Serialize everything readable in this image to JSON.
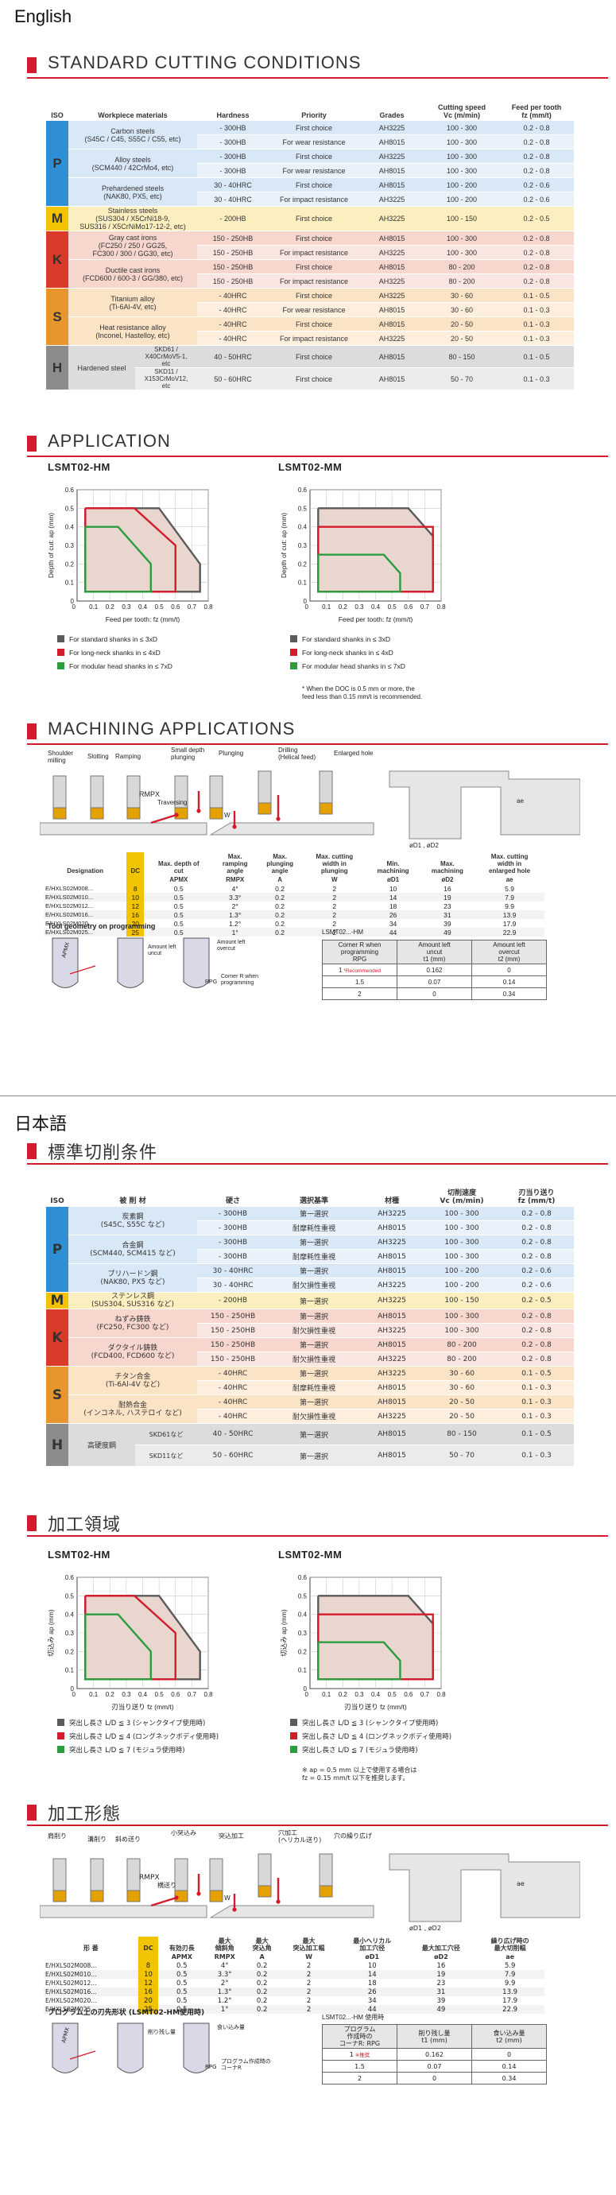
{
  "lang_en": "English",
  "lang_jp": "日本語",
  "en": {
    "sec_cond": "STANDARD CUTTING CONDITIONS",
    "sec_app": "APPLICATION",
    "sec_mach": "MACHINING APPLICATIONS",
    "cond_headers": {
      "iso": "ISO",
      "material": "Workpiece materials",
      "hardness": "Hardness",
      "priority": "Priority",
      "grades": "Grades",
      "speed": "Cutting speed\nVc (m/min)",
      "feed": "Feed per tooth\nfz (mm/t)"
    },
    "cond_rows": [
      {
        "iso": "P",
        "material": "Carbon steels\n(S45C / C45, S55C / C55, etc)",
        "hardness": "- 300HB",
        "priority": "First choice",
        "grade": "AH3225",
        "speed": "100 - 300",
        "feed": "0.2 - 0.8"
      },
      {
        "iso": "",
        "material": "",
        "hardness": "- 300HB",
        "priority": "For wear resistance",
        "grade": "AH8015",
        "speed": "100 - 300",
        "feed": "0.2 - 0.8"
      },
      {
        "iso": "",
        "material": "Alloy steels\n(SCM440 / 42CrMo4, etc)",
        "hardness": "- 300HB",
        "priority": "First choice",
        "grade": "AH3225",
        "speed": "100 - 300",
        "feed": "0.2 - 0.8"
      },
      {
        "iso": "",
        "material": "",
        "hardness": "- 300HB",
        "priority": "For wear resistance",
        "grade": "AH8015",
        "speed": "100 - 300",
        "feed": "0.2 - 0.8"
      },
      {
        "iso": "",
        "material": "Prehardened steels\n(NAK80, PX5, etc)",
        "hardness": "30 - 40HRC",
        "priority": "First choice",
        "grade": "AH8015",
        "speed": "100 - 200",
        "feed": "0.2 - 0.6"
      },
      {
        "iso": "",
        "material": "",
        "hardness": "30 - 40HRC",
        "priority": "For impact resistance",
        "grade": "AH3225",
        "speed": "100 - 200",
        "feed": "0.2 - 0.6"
      },
      {
        "iso": "M",
        "material": "Stainless steels\n(SUS304 / X5CrNi18-9,\nSUS316 / X5CrNiMo17-12-2, etc)",
        "hardness": "- 200HB",
        "priority": "First choice",
        "grade": "AH3225",
        "speed": "100 - 150",
        "feed": "0.2 - 0.5"
      },
      {
        "iso": "K",
        "material": "Gray cast irons\n(FC250 / 250 / GG25,\nFC300 / 300 / GG30, etc)",
        "hardness": "150 - 250HB",
        "priority": "First choice",
        "grade": "AH8015",
        "speed": "100 - 300",
        "feed": "0.2 - 0.8"
      },
      {
        "iso": "",
        "material": "",
        "hardness": "150 - 250HB",
        "priority": "For impact resistance",
        "grade": "AH3225",
        "speed": "100 - 300",
        "feed": "0.2 - 0.8"
      },
      {
        "iso": "",
        "material": "Ductile cast irons\n(FCD600 / 600-3 / GG/380, etc)",
        "hardness": "150 - 250HB",
        "priority": "First choice",
        "grade": "AH8015",
        "speed": "80 - 200",
        "feed": "0.2 - 0.8"
      },
      {
        "iso": "",
        "material": "",
        "hardness": "150 - 250HB",
        "priority": "For impact resistance",
        "grade": "AH3225",
        "speed": "80 - 200",
        "feed": "0.2 - 0.8"
      },
      {
        "iso": "S",
        "material": "Titanium alloy\n(Ti-6Al-4V, etc)",
        "hardness": "- 40HRC",
        "priority": "First choice",
        "grade": "AH3225",
        "speed": "30 - 60",
        "feed": "0.1 - 0.5"
      },
      {
        "iso": "",
        "material": "",
        "hardness": "- 40HRC",
        "priority": "For wear resistance",
        "grade": "AH8015",
        "speed": "30 - 60",
        "feed": "0.1 - 0.3"
      },
      {
        "iso": "",
        "material": "Heat resistance alloy\n(Inconel, Hastelloy, etc)",
        "hardness": "- 40HRC",
        "priority": "First choice",
        "grade": "AH8015",
        "speed": "20 - 50",
        "feed": "0.1 - 0.3"
      },
      {
        "iso": "",
        "material": "",
        "hardness": "- 40HRC",
        "priority": "For impact resistance",
        "grade": "AH3225",
        "speed": "20 - 50",
        "feed": "0.1 - 0.3"
      },
      {
        "iso": "H",
        "material": "Hardened steel",
        "sub": "SKD61 /\nX40CrMoV5-1,\netc",
        "hardness": "40 - 50HRC",
        "priority": "First choice",
        "grade": "AH8015",
        "speed": "80 - 150",
        "feed": "0.1 - 0.5"
      },
      {
        "iso": "",
        "material": "",
        "sub": "SKD11 /\nX153CrMoV12,\netc",
        "hardness": "50 - 60HRC",
        "priority": "First choice",
        "grade": "AH8015",
        "speed": "50 - 70",
        "feed": "0.1 - 0.3"
      }
    ],
    "chart1_title": "LSMT02-HM",
    "chart2_title": "LSMT02-MM",
    "ylabel": "Depth of cut: ap (mm)",
    "xlabel": "Feed per tooth: fz (mm/t)",
    "legend": [
      "For standard shanks in ≤ 3xD",
      "For long-neck shanks in ≤ 4xD",
      "For modular head shanks in ≤ 7xD"
    ],
    "note": "* When the DOC is 0.5 mm or more, the\nfeed less than 0.15 mm/t is recommended.",
    "mach_labels": [
      "Shoulder\nmilling",
      "Slotting",
      "Ramping",
      "Small depth\nplunging",
      "Plunging",
      "Drilling\n(Helical feed)",
      "Enlarged hole",
      "RMPX",
      "Traversing"
    ],
    "mach_headers": [
      "Designation",
      "DC",
      "Max. depth of\ncut",
      "Max.\nramping\nangle",
      "Max.\nplunging\nangle",
      "Max. cutting\nwidth in\nplunging",
      "Min.\nmachining",
      "Max.\nmachining",
      "Max. cutting\nwidth in\nenlarged hole"
    ],
    "mach_sub": [
      "",
      "",
      "APMX",
      "RMPX",
      "A",
      "W",
      "øD1",
      "øD2",
      "ae"
    ],
    "tool_geo": "Tool geometry on programming",
    "tool_labels": [
      "Amount left\nuncut",
      "Amount left\novercut",
      "Corner R when\nprogramming"
    ],
    "rpg_title": "LSMT02...-HM",
    "rpg_headers": [
      "Corner R when\nprogramming\nRPG",
      "Amount left\nuncut\nt1 (mm)",
      "Amount left\novercut\nt2 (mm)"
    ],
    "rpg_rows": [
      [
        "1",
        "0.162",
        "0"
      ],
      [
        "1.5",
        "0.07",
        "0.14"
      ],
      [
        "2",
        "0",
        "0.34"
      ]
    ],
    "recommended": "*Recommended"
  },
  "jp": {
    "sec_cond": "標準切削条件",
    "sec_app": "加工領域",
    "sec_mach": "加工形態",
    "cond_headers": {
      "iso": "ISO",
      "material": "被 削 材",
      "hardness": "硬さ",
      "priority": "選択基準",
      "grades": "材種",
      "speed": "切削速度\nVc (m/min)",
      "feed": "刃当り送り\nfz (mm/t)"
    },
    "cond_rows": [
      {
        "iso": "P",
        "material": "炭素鋼\n(S45C, S55C など)",
        "hardness": "- 300HB",
        "priority": "第一選択",
        "grade": "AH3225",
        "speed": "100 - 300",
        "feed": "0.2 - 0.8"
      },
      {
        "iso": "",
        "material": "",
        "hardness": "- 300HB",
        "priority": "耐摩耗性重視",
        "grade": "AH8015",
        "speed": "100 - 300",
        "feed": "0.2 - 0.8"
      },
      {
        "iso": "",
        "material": "合金鋼\n(SCM440, SCM415 など)",
        "hardness": "- 300HB",
        "priority": "第一選択",
        "grade": "AH3225",
        "speed": "100 - 300",
        "feed": "0.2 - 0.8"
      },
      {
        "iso": "",
        "material": "",
        "hardness": "- 300HB",
        "priority": "耐摩耗性重視",
        "grade": "AH8015",
        "speed": "100 - 300",
        "feed": "0.2 - 0.8"
      },
      {
        "iso": "",
        "material": "プリハードン鋼\n(NAK80, PX5 など)",
        "hardness": "30 - 40HRC",
        "priority": "第一選択",
        "grade": "AH8015",
        "speed": "100 - 200",
        "feed": "0.2 - 0.6"
      },
      {
        "iso": "",
        "material": "",
        "hardness": "30 - 40HRC",
        "priority": "耐欠損性重視",
        "grade": "AH3225",
        "speed": "100 - 200",
        "feed": "0.2 - 0.6"
      },
      {
        "iso": "M",
        "material": "ステンレス鋼\n(SUS304, SUS316 など)",
        "hardness": "- 200HB",
        "priority": "第一選択",
        "grade": "AH3225",
        "speed": "100 - 150",
        "feed": "0.2 - 0.5"
      },
      {
        "iso": "K",
        "material": "ねずみ鋳鉄\n(FC250, FC300 など)",
        "hardness": "150 - 250HB",
        "priority": "第一選択",
        "grade": "AH8015",
        "speed": "100 - 300",
        "feed": "0.2 - 0.8"
      },
      {
        "iso": "",
        "material": "",
        "hardness": "150 - 250HB",
        "priority": "耐欠損性重視",
        "grade": "AH3225",
        "speed": "100 - 300",
        "feed": "0.2 - 0.8"
      },
      {
        "iso": "",
        "material": "ダクタイル鋳鉄\n(FCD400, FCD600 など)",
        "hardness": "150 - 250HB",
        "priority": "第一選択",
        "grade": "AH8015",
        "speed": "80 - 200",
        "feed": "0.2 - 0.8"
      },
      {
        "iso": "",
        "material": "",
        "hardness": "150 - 250HB",
        "priority": "耐欠損性重視",
        "grade": "AH3225",
        "speed": "80 - 200",
        "feed": "0.2 - 0.8"
      },
      {
        "iso": "S",
        "material": "チタン合金\n(Ti-6Al-4V など)",
        "hardness": "- 40HRC",
        "priority": "第一選択",
        "grade": "AH3225",
        "speed": "30 - 60",
        "feed": "0.1 - 0.5"
      },
      {
        "iso": "",
        "material": "",
        "hardness": "- 40HRC",
        "priority": "耐摩耗性重視",
        "grade": "AH8015",
        "speed": "30 - 60",
        "feed": "0.1 - 0.3"
      },
      {
        "iso": "",
        "material": "耐熱合金\n(インコネル, ハステロイ など)",
        "hardness": "- 40HRC",
        "priority": "第一選択",
        "grade": "AH8015",
        "speed": "20 - 50",
        "feed": "0.1 - 0.3"
      },
      {
        "iso": "",
        "material": "",
        "hardness": "- 40HRC",
        "priority": "耐欠損性重視",
        "grade": "AH3225",
        "speed": "20 - 50",
        "feed": "0.1 - 0.3"
      },
      {
        "iso": "H",
        "material": "高硬度鋼",
        "sub": "SKD61など",
        "hardness": "40 - 50HRC",
        "priority": "第一選択",
        "grade": "AH8015",
        "speed": "80 - 150",
        "feed": "0.1 - 0.5"
      },
      {
        "iso": "",
        "material": "",
        "sub": "SKD11など",
        "hardness": "50 - 60HRC",
        "priority": "第一選択",
        "grade": "AH8015",
        "speed": "50 - 70",
        "feed": "0.1 - 0.3"
      }
    ],
    "chart1_title": "LSMT02-HM",
    "chart2_title": "LSMT02-MM",
    "ylabel": "切込み ap (mm)",
    "xlabel": "刃当り送り fz (mm/t)",
    "legend": [
      "突出し長さ L/D ≦ 3 (シャンクタイプ使用時)",
      "突出し長さ L/D ≦ 4 (ロングネックボディ使用時)",
      "突出し長さ L/D ≦ 7 (モジュラ使用時)"
    ],
    "note": "※ ap = 0.5 mm 以上で使用する場合は\nfz = 0.15 mm/t 以下を推奨します。",
    "mach_labels": [
      "肩削り",
      "溝削り",
      "斜め送り",
      "小突込み",
      "突込加工",
      "穴加工\n(ヘリカル送り)",
      "穴の繰り広げ",
      "RMPX",
      "横送り"
    ],
    "mach_headers": [
      "形 番",
      "DC",
      "有効刃長",
      "最大\n傾斜角",
      "最大\n突込角",
      "最大\n突込加工幅",
      "最小ヘリカル\n加工穴径",
      "最大加工穴径",
      "繰り広げ時の\n最大切削幅"
    ],
    "mach_sub": [
      "",
      "",
      "APMX",
      "RMPX",
      "A",
      "W",
      "øD1",
      "øD2",
      "ae"
    ],
    "tool_geo": "プログラム上の刃先形状 (LSMT02-HM使用時)",
    "tool_labels": [
      "削り残し量",
      "食い込み量",
      "プログラム作成時の\nコーナR"
    ],
    "rpg_title": "LSMT02...-HM 使用時",
    "rpg_headers": [
      "プログラム\n作成時の\nコーナR: RPG",
      "削り残し量\nt1 (mm)",
      "食い込み量\nt2 (mm)"
    ],
    "rpg_rows": [
      [
        "1",
        "0.162",
        "0"
      ],
      [
        "1.5",
        "0.07",
        "0.14"
      ],
      [
        "2",
        "0",
        "0.34"
      ]
    ],
    "recommended": "※推奨"
  },
  "mach_rows": [
    {
      "des": "E/HXLS02M008...",
      "dc": "8",
      "apmx": "0.5",
      "rmpx": "4°",
      "a": "0.2",
      "w": "2",
      "d1": "10",
      "d2": "16",
      "ae": "5.9"
    },
    {
      "des": "E/HXLS02M010...",
      "dc": "10",
      "apmx": "0.5",
      "rmpx": "3.3°",
      "a": "0.2",
      "w": "2",
      "d1": "14",
      "d2": "19",
      "ae": "7.9"
    },
    {
      "des": "E/HXLS02M012...",
      "dc": "12",
      "apmx": "0.5",
      "rmpx": "2°",
      "a": "0.2",
      "w": "2",
      "d1": "18",
      "d2": "23",
      "ae": "9.9"
    },
    {
      "des": "E/HXLS02M016...",
      "dc": "16",
      "apmx": "0.5",
      "rmpx": "1.3°",
      "a": "0.2",
      "w": "2",
      "d1": "26",
      "d2": "31",
      "ae": "13.9"
    },
    {
      "des": "E/HXLS02M020...",
      "dc": "20",
      "apmx": "0.5",
      "rmpx": "1.2°",
      "a": "0.2",
      "w": "2",
      "d1": "34",
      "d2": "39",
      "ae": "17.9"
    },
    {
      "des": "E/HXLS02M025...",
      "dc": "25",
      "apmx": "0.5",
      "rmpx": "1°",
      "a": "0.2",
      "w": "2",
      "d1": "44",
      "d2": "49",
      "ae": "22.9"
    }
  ],
  "chart_data": [
    {
      "type": "area",
      "title": "LSMT02-HM",
      "xlabel": "Feed per tooth: fz (mm/t)",
      "ylabel": "Depth of cut: ap (mm)",
      "xlim": [
        0,
        0.8
      ],
      "ylim": [
        0,
        0.6
      ],
      "xticks": [
        "0.1",
        "0.2",
        "0.3",
        "0.4",
        "0.5",
        "0.6",
        "0.7",
        "0.8"
      ],
      "yticks": [
        "0",
        "0.1",
        "0.2",
        "0.3",
        "0.4",
        "0.5",
        "0.6"
      ],
      "series": [
        {
          "color": "#5a5a5a",
          "points": [
            [
              0.05,
              0.5
            ],
            [
              0.5,
              0.5
            ],
            [
              0.75,
              0.2
            ],
            [
              0.75,
              0.05
            ],
            [
              0.05,
              0.05
            ]
          ]
        },
        {
          "color": "#d41b2c",
          "points": [
            [
              0.05,
              0.5
            ],
            [
              0.35,
              0.5
            ],
            [
              0.6,
              0.3
            ],
            [
              0.6,
              0.05
            ],
            [
              0.05,
              0.05
            ]
          ]
        },
        {
          "color": "#2a9d3f",
          "points": [
            [
              0.05,
              0.4
            ],
            [
              0.25,
              0.4
            ],
            [
              0.45,
              0.2
            ],
            [
              0.45,
              0.05
            ],
            [
              0.05,
              0.05
            ]
          ]
        }
      ]
    },
    {
      "type": "area",
      "title": "LSMT02-MM",
      "xlabel": "Feed per tooth: fz (mm/t)",
      "ylabel": "Depth of cut: ap (mm)",
      "xlim": [
        0,
        0.8
      ],
      "ylim": [
        0,
        0.6
      ],
      "xticks": [
        "0.1",
        "0.2",
        "0.3",
        "0.4",
        "0.5",
        "0.6",
        "0.7",
        "0.8"
      ],
      "yticks": [
        "0",
        "0.1",
        "0.2",
        "0.3",
        "0.4",
        "0.5",
        "0.6"
      ],
      "series": [
        {
          "color": "#5a5a5a",
          "points": [
            [
              0.05,
              0.5
            ],
            [
              0.6,
              0.5
            ],
            [
              0.75,
              0.35
            ],
            [
              0.75,
              0.05
            ],
            [
              0.05,
              0.05
            ]
          ]
        },
        {
          "color": "#d41b2c",
          "points": [
            [
              0.05,
              0.4
            ],
            [
              0.75,
              0.4
            ],
            [
              0.75,
              0.05
            ],
            [
              0.05,
              0.05
            ]
          ]
        },
        {
          "color": "#2a9d3f",
          "points": [
            [
              0.05,
              0.25
            ],
            [
              0.45,
              0.25
            ],
            [
              0.55,
              0.15
            ],
            [
              0.55,
              0.05
            ],
            [
              0.05,
              0.05
            ]
          ]
        }
      ]
    }
  ],
  "colors": {
    "accent": "#d41b2c",
    "p": "#2f8fd6",
    "m": "#f2c300",
    "k": "#d93a2b",
    "s": "#e7962e",
    "h": "#8c8c8c"
  }
}
